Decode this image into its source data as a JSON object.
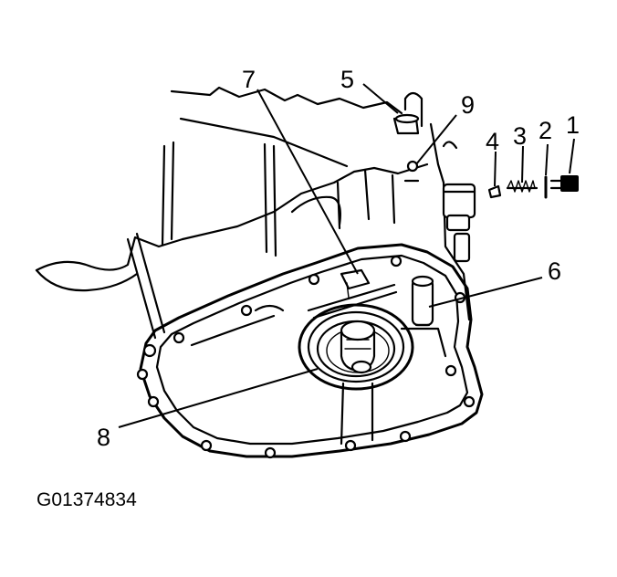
{
  "figure_id": "G01374834",
  "callouts": [
    {
      "label": "1"
    },
    {
      "label": "2"
    },
    {
      "label": "3"
    },
    {
      "label": "4"
    },
    {
      "label": "5"
    },
    {
      "label": "6"
    },
    {
      "label": "7"
    },
    {
      "label": "8"
    },
    {
      "label": "9"
    }
  ]
}
